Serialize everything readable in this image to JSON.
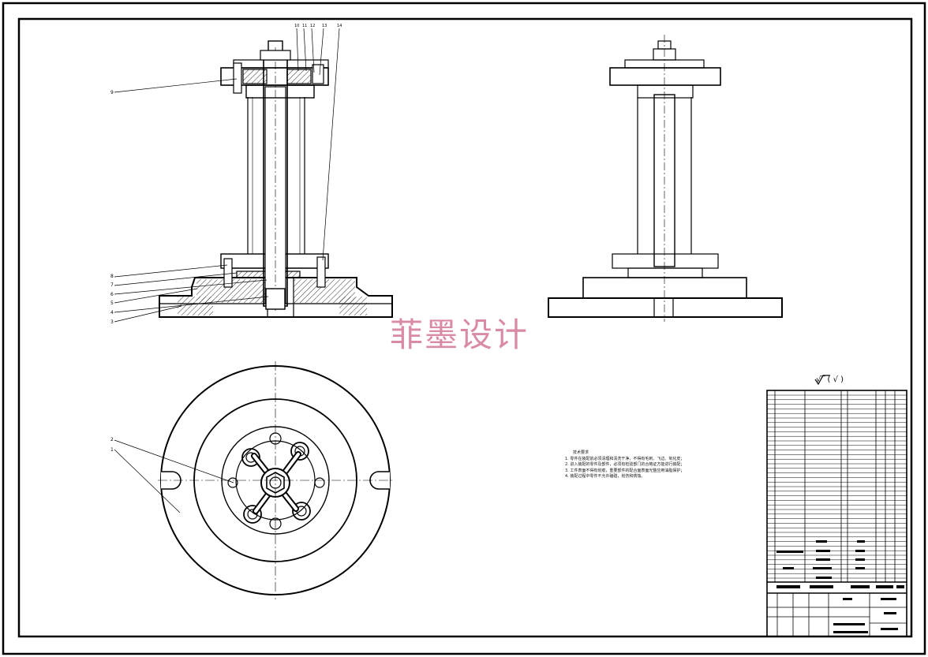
{
  "watermark": "菲墨设计",
  "roughness_symbol": "√‾ ( √ )",
  "technical_requirements": {
    "title": "技术要求",
    "items": [
      "1. 零件在装配前必须清理和清洗干净，不得有毛刺、飞边、氧化皮；",
      "2. 进入装配的零件及部件，必须有检验部门的合格证方能进行装配；",
      "3. 工件表面不得有划痕，重要部件的配合面表面光整应用油脂保护；",
      "4. 装配过程中零件不允许磕碰，划伤和锈蚀。"
    ]
  },
  "front_view_labels": {
    "top": [
      "10",
      "11",
      "12",
      "13",
      "14"
    ],
    "left": [
      "9",
      "8",
      "7",
      "6",
      "5",
      "4",
      "3"
    ]
  },
  "plan_view_labels": [
    "2",
    "1"
  ],
  "colors": {
    "line": "#000000",
    "watermark": "#d98aa5"
  },
  "icons": [
    "surface-roughness-icon"
  ]
}
